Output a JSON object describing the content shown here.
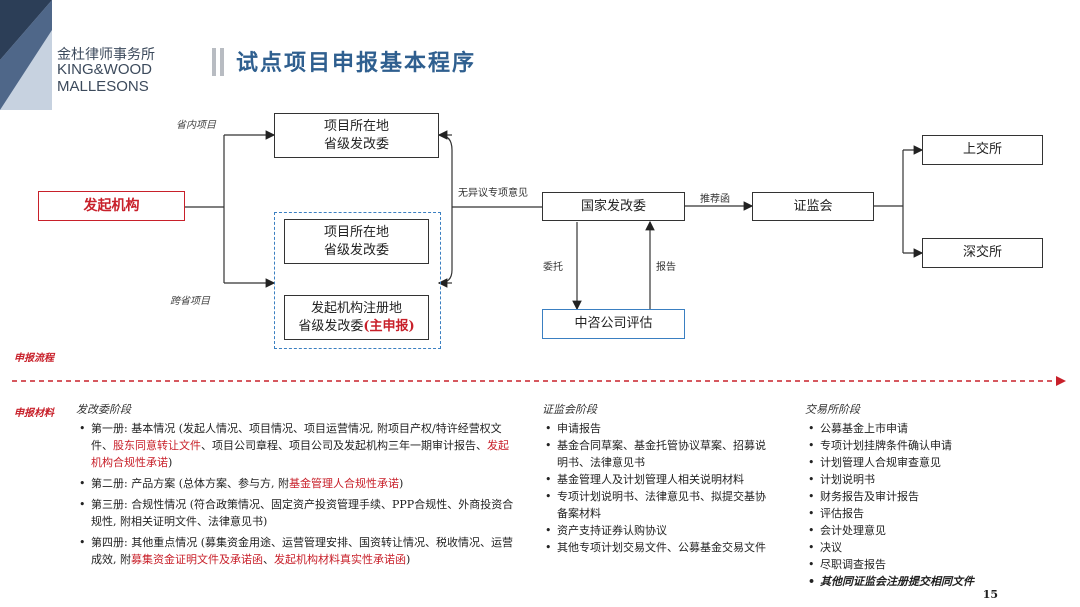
{
  "logo": {
    "cn": "金杜律师事务所",
    "en1": "KING&WOOD",
    "en2": "MALLESONS"
  },
  "title": "试点项目申报基本程序",
  "nodes": {
    "initiator": "发起机构",
    "prov_local_1": "项目所在地",
    "prov_local_2": "省级发改委",
    "prov_cross_1": "项目所在地",
    "prov_cross_2": "省级发改委",
    "reg_1": "发起机构注册地",
    "reg_2a": "省级发改委",
    "reg_2b": "(主申报)",
    "ndrc": "国家发改委",
    "csrc": "证监会",
    "sse": "上交所",
    "szse": "深交所",
    "ciecc": "中咨公司评估"
  },
  "labels": {
    "in_province": "省内项目",
    "cross_province": "跨省项目",
    "no_objection": "无异议专项意见",
    "recommend": "推荐函",
    "entrust": "委托",
    "report": "报告",
    "flow": "申报流程",
    "materials": "申报材料"
  },
  "columns": {
    "ndrc_stage": {
      "heading": "发改委阶段",
      "items": [
        {
          "parts": [
            {
              "t": "第一册: 基本情况 (发起人情况、项目情况、项目运营情况, 附项目产权/特许经营权文件、",
              "red": false
            },
            {
              "t": "股东同意转让文件",
              "red": true
            },
            {
              "t": "、项目公司章程、项目公司及发起机构三年一期审计报告、",
              "red": false
            },
            {
              "t": "发起机构合规性承诺",
              "red": true
            },
            {
              "t": ")",
              "red": false
            }
          ]
        },
        {
          "parts": [
            {
              "t": "第二册: 产品方案 (总体方案、参与方, 附",
              "red": false
            },
            {
              "t": "基金管理人合规性承诺",
              "red": true
            },
            {
              "t": ")",
              "red": false
            }
          ]
        },
        {
          "parts": [
            {
              "t": "第三册: 合规性情况 (符合政策情况、固定资产投资管理手续、PPP合规性、外商投资合规性, 附相关证明文件、法律意见书)",
              "red": false
            }
          ]
        },
        {
          "parts": [
            {
              "t": "第四册: 其他重点情况 (募集资金用途、运营管理安排、国资转让情况、税收情况、运营成效, 附",
              "red": false
            },
            {
              "t": "募集资金证明文件及承诺函",
              "red": true
            },
            {
              "t": "、",
              "red": false
            },
            {
              "t": "发起机构材料真实性承诺函",
              "red": true
            },
            {
              "t": ")",
              "red": false
            }
          ]
        }
      ]
    },
    "csrc_stage": {
      "heading": "证监会阶段",
      "items": [
        "申请报告",
        "基金合同草案、基金托管协议草案、招募说明书、法律意见书",
        "基金管理人及计划管理人相关说明材料",
        "专项计划说明书、法律意见书、拟提交基协备案材料",
        "资产支持证券认购协议",
        "其他专项计划交易文件、公募基金交易文件"
      ]
    },
    "exchange_stage": {
      "heading": "交易所阶段",
      "items": [
        "公募基金上市申请",
        "专项计划挂牌条件确认申请",
        "计划管理人合规审查意见",
        "计划说明书",
        "财务报告及审计报告",
        "评估报告",
        "会计处理意见",
        "决议",
        "尽职调查报告"
      ],
      "last_item": "其他同证监会注册提交相同文件"
    }
  },
  "page_number": "15",
  "colors": {
    "accent_red": "#c8202a",
    "accent_blue": "#3a7fc1",
    "title_blue": "#2f5f8f"
  }
}
